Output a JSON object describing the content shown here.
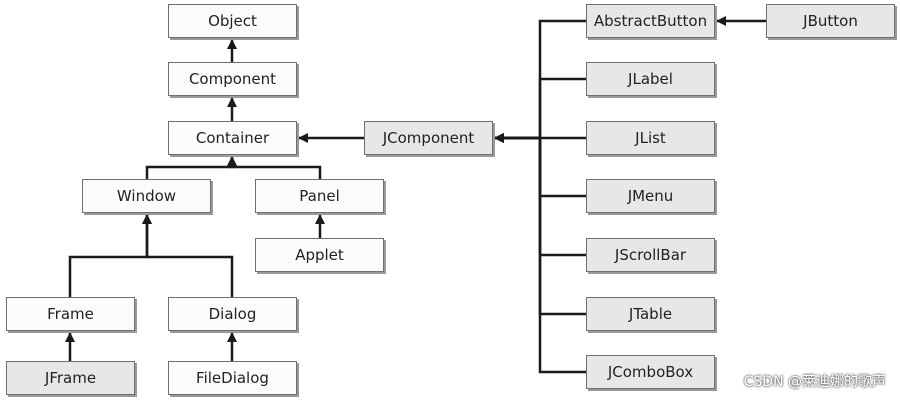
{
  "nodes": {
    "object": "Object",
    "component": "Component",
    "container": "Container",
    "window": "Window",
    "panel": "Panel",
    "applet": "Applet",
    "frame": "Frame",
    "dialog": "Dialog",
    "jframe": "JFrame",
    "filedialog": "FileDialog",
    "jcomponent": "JComponent",
    "abstractbutton": "AbstractButton",
    "jbutton": "JButton",
    "jlabel": "JLabel",
    "jlist": "JList",
    "jmenu": "JMenu",
    "jscrollbar": "JScrollBar",
    "jtable": "JTable",
    "jcombobox": "JComboBox"
  },
  "edges": [
    [
      "component",
      "object"
    ],
    [
      "container",
      "component"
    ],
    [
      "window",
      "container"
    ],
    [
      "panel",
      "container"
    ],
    [
      "applet",
      "panel"
    ],
    [
      "frame",
      "window"
    ],
    [
      "dialog",
      "window"
    ],
    [
      "jframe",
      "frame"
    ],
    [
      "filedialog",
      "dialog"
    ],
    [
      "jcomponent",
      "container"
    ],
    [
      "abstractbutton",
      "jcomponent"
    ],
    [
      "jlabel",
      "jcomponent"
    ],
    [
      "jlist",
      "jcomponent"
    ],
    [
      "jmenu",
      "jcomponent"
    ],
    [
      "jscrollbar",
      "jcomponent"
    ],
    [
      "jtable",
      "jcomponent"
    ],
    [
      "jcombobox",
      "jcomponent"
    ],
    [
      "jbutton",
      "abstractbutton"
    ]
  ],
  "line_color": "#1a1a1a",
  "watermark": "CSDN @莱迪娜的歌声"
}
